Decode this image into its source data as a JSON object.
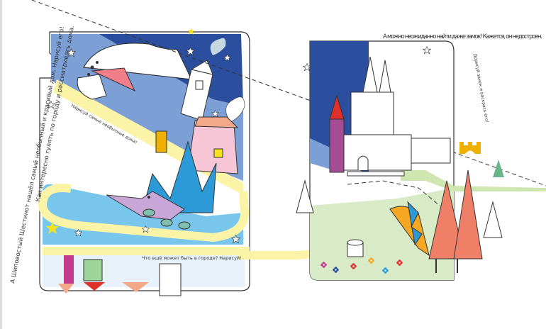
{
  "left_page": {
    "caption_line1": "Как интересно гулять по городу и рассматривать дома.",
    "caption_line2": "А Шиповостый Шестинот нашёл самый необычный и красивый дом. Нарисуй его!",
    "hint_houses": "Нарисуй самые необычные дома!",
    "hint_road": "Что ещё может быть в городе? Нарисуй!"
  },
  "right_page": {
    "caption": "А можно неожиданно найти даже замок! Кажется, он недостроен.",
    "hint_castle": "Дорисуй замок и раскрась его!"
  },
  "colors": {
    "sky_dark": "#2b4f9e",
    "sky_light": "#7c9fd6",
    "river": "#79c6ec",
    "road": "#fbf4a6",
    "grass": "#cfe6b0",
    "dragon_spikes": "#2d9ad8",
    "castle_gate": "#f0b000"
  }
}
